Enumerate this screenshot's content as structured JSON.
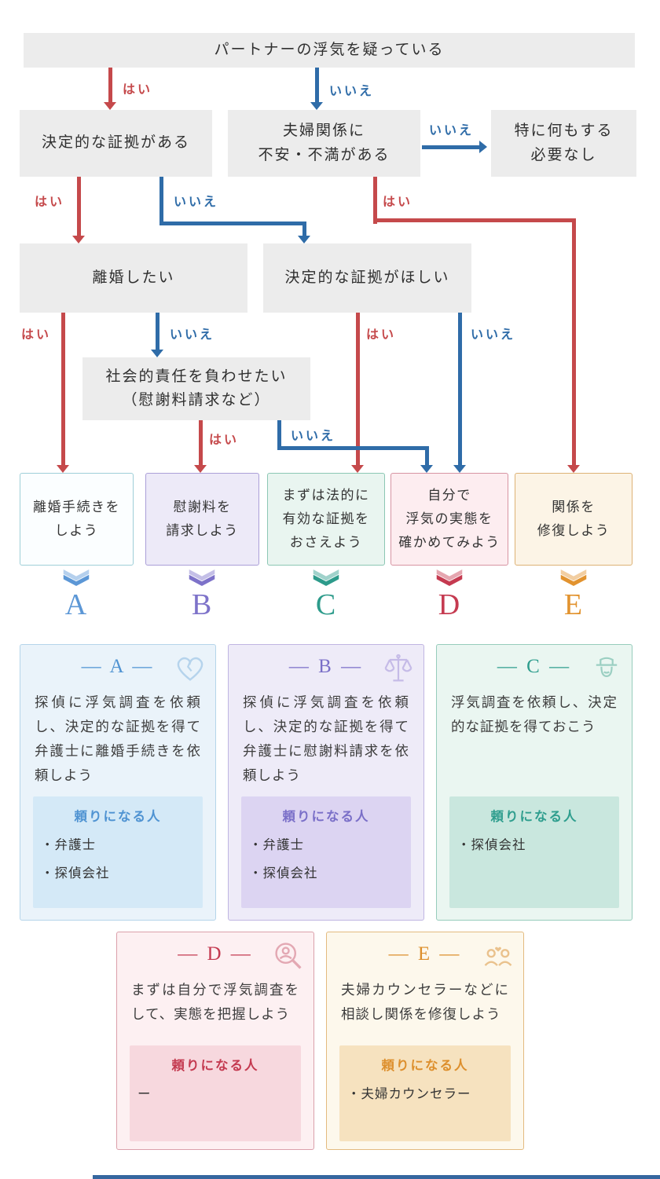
{
  "colors": {
    "arrow_yes_red": "#c5494b",
    "arrow_no_blue": "#2f6ca8",
    "flow_box_gray": "#ececec",
    "accent_a": "#5c97d6",
    "accent_b": "#7d72c9",
    "accent_c": "#2d9b8b",
    "accent_d": "#c53a50",
    "accent_e": "#e2932f",
    "footer_divider_blue": "#35679f"
  },
  "flow": {
    "yes": "はい",
    "no": "いいえ",
    "start": "パートナーの浮気を疑っている",
    "evidence": "決定的な証拠がある",
    "marriage": [
      "夫婦関係に",
      "不安・不満がある"
    ],
    "nothing": [
      "特に何もする",
      "必要なし"
    ],
    "divorce": "離婚したい",
    "want_evidence": "決定的な証拠がほしい",
    "responsibility": [
      "社会的責任を負わせたい",
      "（慰謝料請求など）"
    ],
    "results": {
      "a": [
        "離婚手続きを",
        "しよう"
      ],
      "b": [
        "慰謝料を",
        "請求しよう"
      ],
      "c": [
        "まずは法的に",
        "有効な証拠を",
        "おさえよう"
      ],
      "d": [
        "自分で",
        "浮気の実態を",
        "確かめてみよう"
      ],
      "e": [
        "関係を",
        "修復しよう"
      ]
    },
    "letters": [
      "A",
      "B",
      "C",
      "D",
      "E"
    ]
  },
  "cards": [
    {
      "id": "A",
      "title": "― A ―",
      "body": "探偵に浮気調査を依頼し、決定的な証拠を得て弁護士に離婚手続きを依頼しよう",
      "helper_title": "頼りになる人",
      "helpers": [
        "・弁護士",
        "・探偵会社"
      ]
    },
    {
      "id": "B",
      "title": "― B ―",
      "body": "探偵に浮気調査を依頼し、決定的な証拠を得て弁護士に慰謝料請求を依頼しよう",
      "helper_title": "頼りになる人",
      "helpers": [
        "・弁護士",
        "・探偵会社"
      ]
    },
    {
      "id": "C",
      "title": "― C ―",
      "body": "浮気調査を依頼し、決定的な証拠を得ておこう",
      "helper_title": "頼りになる人",
      "helpers": [
        "・探偵会社"
      ]
    },
    {
      "id": "D",
      "title": "― D ―",
      "body": "まずは自分で浮気調査をして、実態を把握しよう",
      "helper_title": "頼りになる人",
      "helpers": [
        "ー"
      ]
    },
    {
      "id": "E",
      "title": "― E ―",
      "body": "夫婦カウンセラーなどに相談し関係を修復しよう",
      "helper_title": "頼りになる人",
      "helpers": [
        "・夫婦カウンセラー"
      ]
    }
  ]
}
